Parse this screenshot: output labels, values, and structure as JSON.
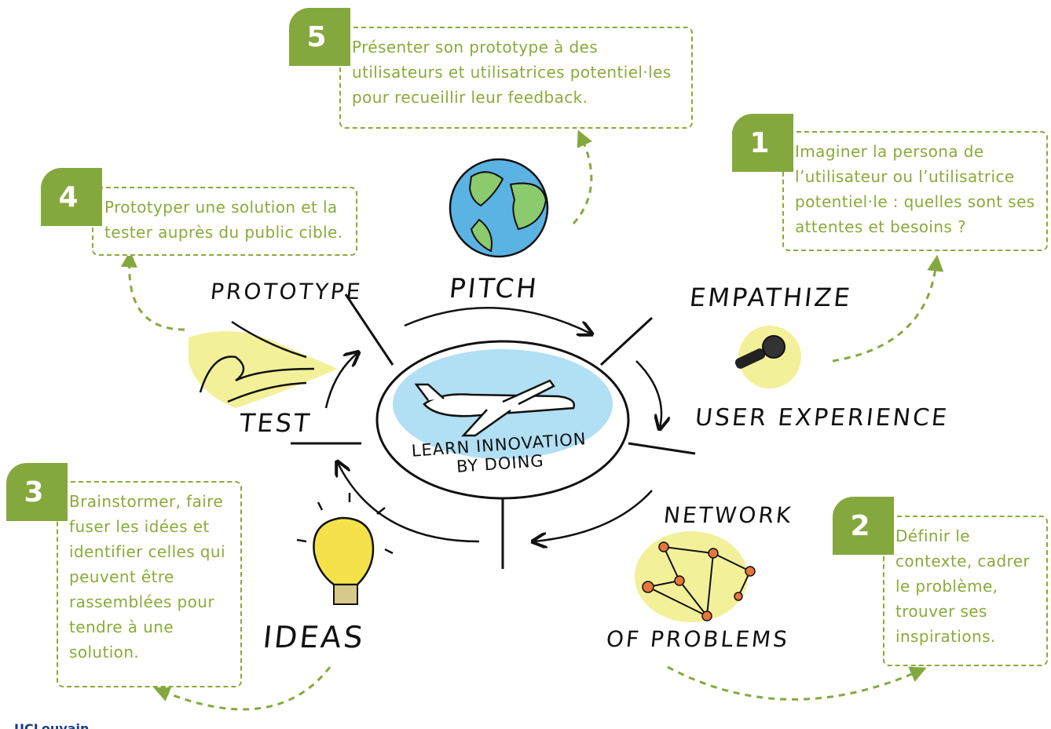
{
  "steps": [
    {
      "num": "1",
      "text": "Imaginer la persona de l’utilisateur ou l’utilisatrice potentiel·le : quelles sont ses attentes et besoins ?"
    },
    {
      "num": "2",
      "text": "Définir le contexte, cadrer le problème, trouver ses inspirations."
    },
    {
      "num": "3",
      "text": "Brainstormer, faire fuser les idées et identifier celles qui peuvent être rassemblées pour tendre à une solution."
    },
    {
      "num": "4",
      "text": "Prototyper une solution et la tester auprès du public cible."
    },
    {
      "num": "5",
      "text": "Présenter son prototype à des utilisateurs et utilisatrices potentiel·les pour recueillir leur feedback."
    }
  ],
  "sketch": {
    "pitch": "PITCH",
    "empathize": "EMPATHIZE",
    "user_experience": "USER EXPERIENCE",
    "network": "NETWORK",
    "of_problems": "OF PROBLEMS",
    "ideas": "IDEAS",
    "prototype": "PROTOTYPE",
    "test": "TEST",
    "center_line1": "LEARN INNOVATION",
    "center_line2": "BY DOING"
  },
  "logo": "UCLouvain",
  "colors": {
    "accent": "#85a83e",
    "text_green": "#8aaa3a",
    "sky": "#9fd3ef",
    "highlight": "#f3f09a"
  }
}
